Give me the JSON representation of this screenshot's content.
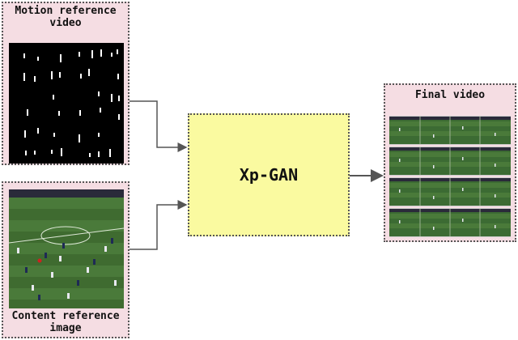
{
  "motion_panel": {
    "title": "Motion reference video"
  },
  "content_panel": {
    "title": "Content reference image"
  },
  "generator": {
    "label": "Xp-GAN"
  },
  "output_panel": {
    "title": "Final video",
    "frame_count": 4
  },
  "colors": {
    "panel_fill": "#f5dde3",
    "generator_fill": "#fafaa0",
    "pitch_green": "#3f6b30",
    "arrow": "#555555"
  }
}
